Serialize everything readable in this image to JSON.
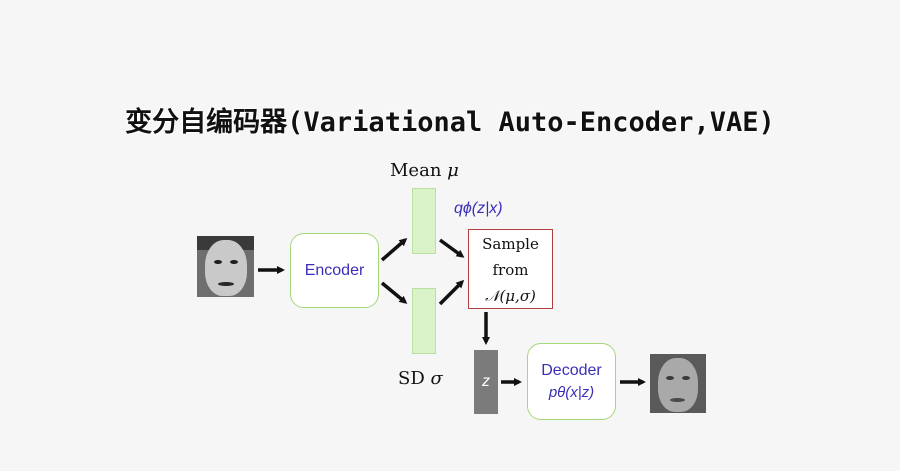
{
  "title": "变分自编码器(Variational Auto-Encoder,VAE)",
  "labels": {
    "mean": "Mean",
    "mean_symbol": "μ",
    "sd": "SD",
    "sd_symbol": "σ",
    "q_dist": "qϕ(z|x)",
    "encoder": "Encoder",
    "decoder": "Decoder",
    "p_dist": "pθ(x|z)",
    "z": "z",
    "sample_line1": "Sample",
    "sample_line2": "from",
    "sample_line3": "𝒩(μ,σ)"
  },
  "colors": {
    "box_border": "#a6d67a",
    "bar_fill": "#d9f2c8",
    "text_accent": "#3a2fb8",
    "sample_border": "#b04040",
    "z_fill": "#7b7b7b"
  }
}
